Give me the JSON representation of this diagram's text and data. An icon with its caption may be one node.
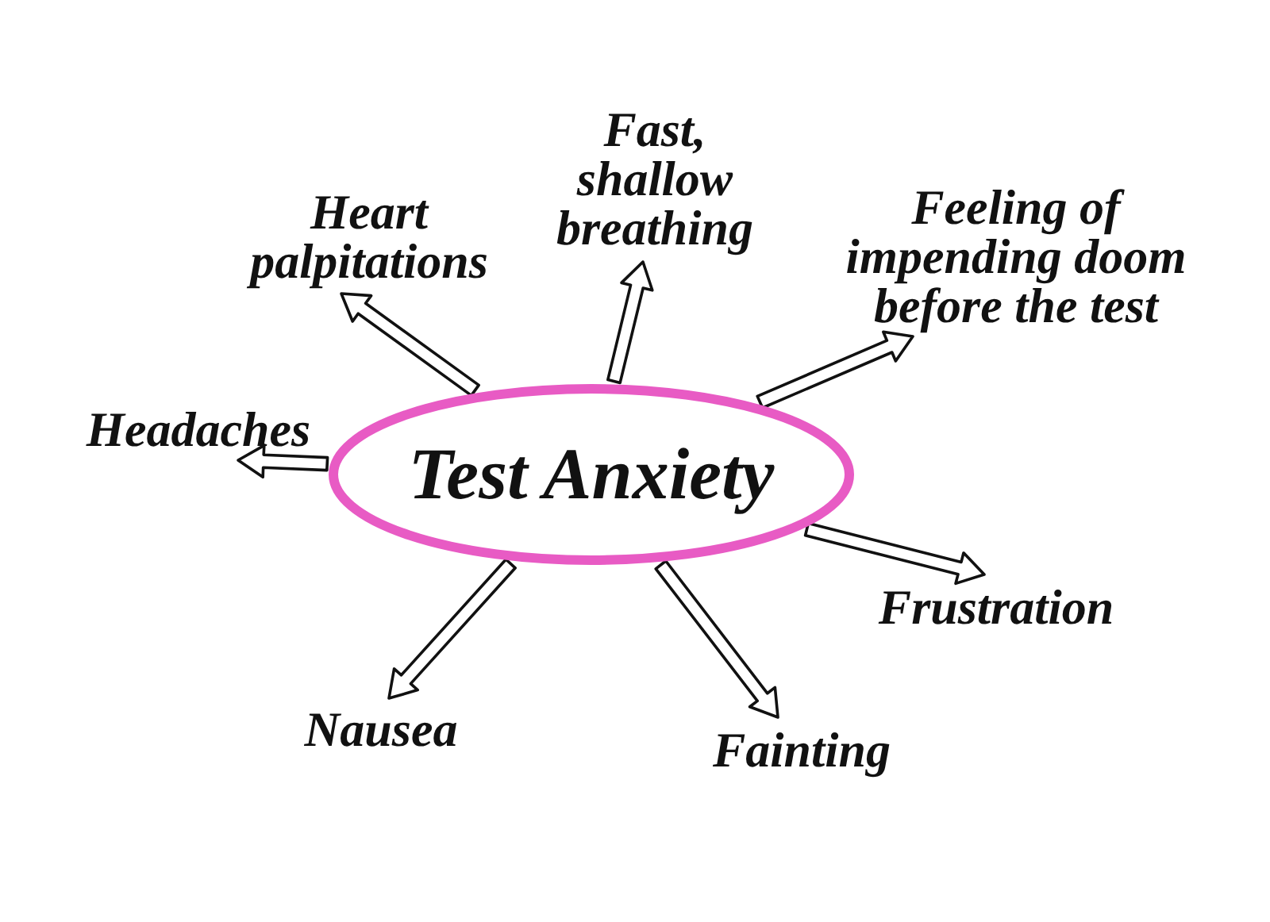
{
  "diagram": {
    "nodes": [
      {
        "text": [
          "Test Anxiety"
        ]
      },
      {
        "text": [
          "Heart palpitations"
        ]
      },
      {
        "text": [
          "Fast, shallow breathing"
        ]
      },
      {
        "text": [
          "Feeling of impending doom before the test"
        ]
      },
      {
        "text": [
          "Headaches"
        ]
      },
      {
        "text": [
          "Frustration"
        ]
      },
      {
        "text": [
          "Nausea"
        ]
      },
      {
        "text": [
          "Fainting"
        ]
      }
    ],
    "edges": [
      {
        "from": 0,
        "to": 1,
        "arrow": "to"
      },
      {
        "from": 0,
        "to": 2,
        "arrow": "to"
      },
      {
        "from": 0,
        "to": 3,
        "arrow": "to"
      },
      {
        "from": 0,
        "to": 4,
        "arrow": "to"
      },
      {
        "from": 0,
        "to": 5,
        "arrow": "to"
      },
      {
        "from": 0,
        "to": 6,
        "arrow": "to"
      },
      {
        "from": 0,
        "to": 7,
        "arrow": "to"
      }
    ]
  }
}
